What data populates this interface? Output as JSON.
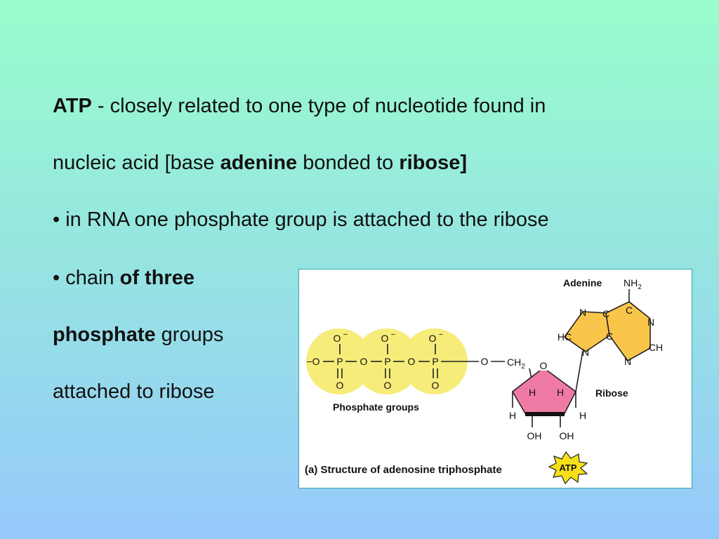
{
  "slide": {
    "line1": {
      "bold": "ATP",
      "text": " - closely related to one type of nucleotide found in"
    },
    "line2": {
      "pre": "nucleic acid [base ",
      "bold1": "adenine",
      "mid": " bonded to ",
      "bold2": "ribose]"
    },
    "line3": {
      "text": "• in RNA one phosphate group is attached to the ribose"
    },
    "line4": {
      "pre": "• chain ",
      "bold": "of three"
    },
    "line5": {
      "bold": "phosphate",
      "text": " groups"
    },
    "line6": {
      "text": "attached to ribose"
    }
  },
  "figure": {
    "adenine_label": "Adenine",
    "nh2": "NH",
    "nh2_sub": "2",
    "ring_atoms": {
      "n1": "N",
      "c1": "C",
      "n2": "N",
      "hc": "HC",
      "c2": "C",
      "ch": "CH",
      "n3": "N",
      "c3": "C",
      "n4": "N"
    },
    "phosphate": {
      "o_minus": "O",
      "minus": "−",
      "left_o": "−O",
      "p": "P",
      "o": "O",
      "bridge_o": "O"
    },
    "ch2": "CH",
    "ch2_sub": "2",
    "ring_o": "O",
    "ribose_label": "Ribose",
    "h": "H",
    "oh": "OH",
    "phosphate_groups_label": "Phosphate groups",
    "caption": "(a) Structure of adenosine triphosphate",
    "atp_badge": "ATP",
    "colors": {
      "phosphate_fill": "#f6ec7a",
      "adenine_fill": "#f9c54b",
      "ribose_fill": "#f07aa6",
      "badge_fill": "#f7e018"
    }
  }
}
